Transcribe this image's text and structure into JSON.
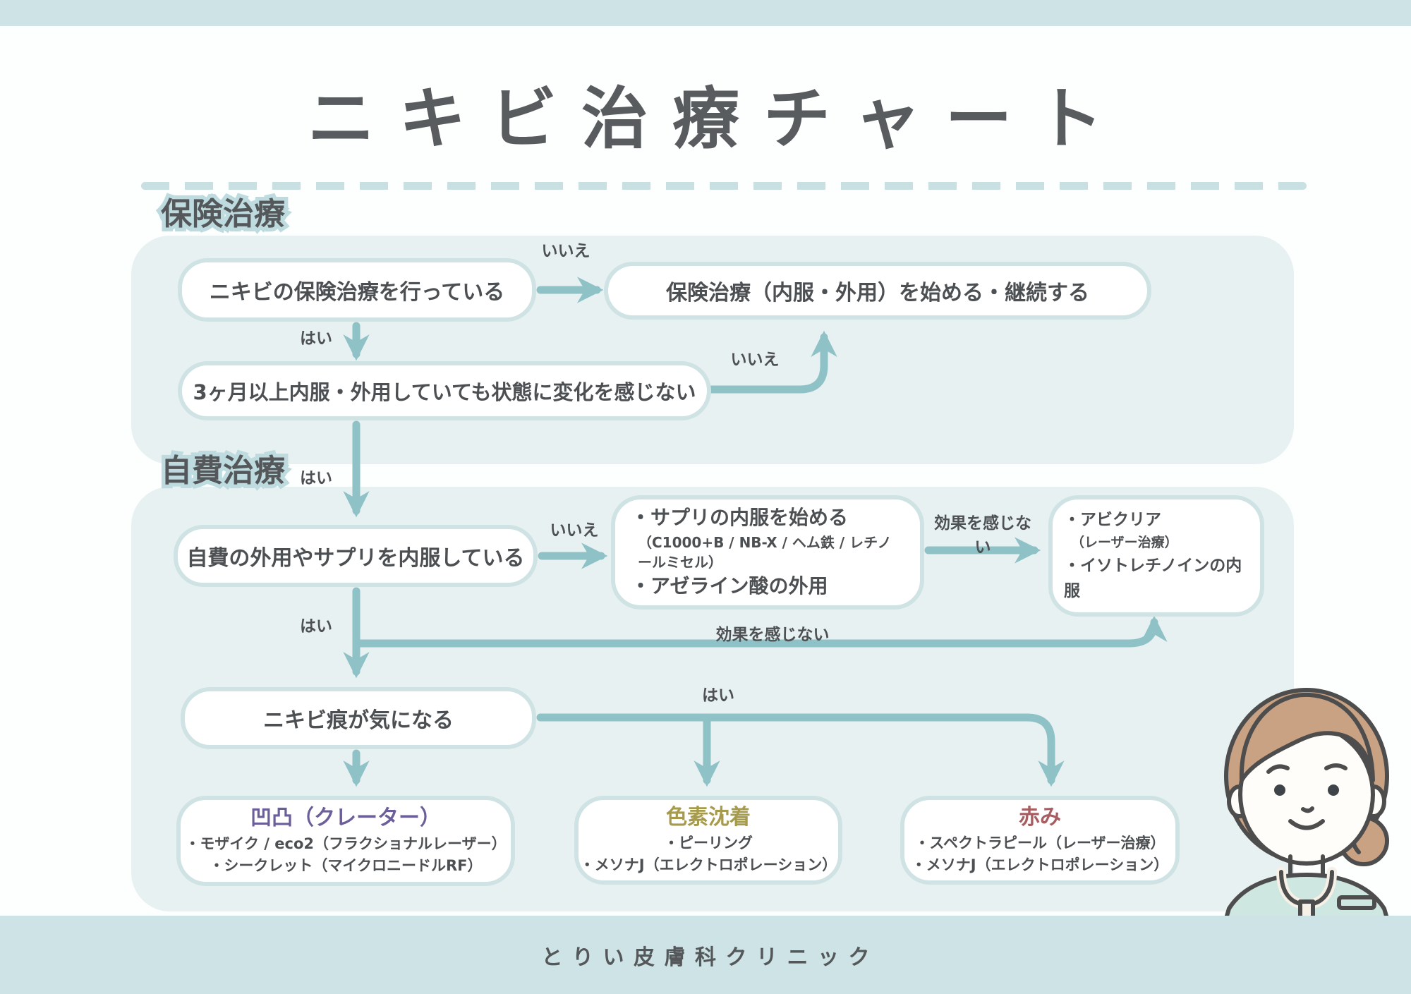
{
  "page": {
    "title": "ニキビ治療チャート",
    "footer": "とりい皮膚科クリニック"
  },
  "sections": {
    "insurance": {
      "label": "保険治療"
    },
    "self_pay": {
      "label": "自費治療"
    }
  },
  "nodes": {
    "insurance_question": {
      "text": "ニキビの保険治療を行っている"
    },
    "start_insurance": {
      "text": "保険治療（内服・外用）を始める・継続する"
    },
    "no_change_3_months": {
      "text": "3ヶ月以上内服・外用していても状態に変化を感じない"
    },
    "selfpay_question": {
      "text": "自費の外用やサプリを内服している"
    },
    "supplement_options": {
      "line1": "・サプリの内服を始める",
      "line2": "（C1000+B / NB-X / ヘム鉄 / レチノールミセル）",
      "line3": "・アゼライン酸の外用"
    },
    "laser_options": {
      "line1": "・アビクリア",
      "line2": "（レーザー治療）",
      "line3": "・イソトレチノインの内服"
    },
    "scar_question": {
      "text": "ニキビ痕が気になる"
    },
    "crater": {
      "title": "凹凸（クレーター）",
      "line1": "・モザイク / eco2（フラクショナルレーザー）",
      "line2": "・シークレット（マイクロニードルRF）",
      "title_color": "#6c5f99"
    },
    "pigmentation": {
      "title": "色素沈着",
      "line1": "・ピーリング",
      "line2": "・メソナJ（エレクトロポレーション）",
      "title_color": "#a69a4c"
    },
    "redness": {
      "title": "赤み",
      "line1": "・スペクトラピール（レーザー治療）",
      "line2": "・メソナJ（エレクトロポレーション）",
      "title_color": "#a75e60"
    }
  },
  "edge_labels": {
    "yes": "はい",
    "no": "いいえ",
    "no_effect": "効果を感じない"
  },
  "colors": {
    "header_footer_bar": "#cde3e5",
    "panel_background": "#e8f1f2",
    "arrow": "#8fc2c7",
    "box_border": "#cfe3e5",
    "body_text": "#4d5053",
    "title_text": "#595c5f",
    "section_label_halo": "#bedcdf",
    "nurse_hair": "#c9a183",
    "nurse_uniform": "#cfe7e1"
  }
}
